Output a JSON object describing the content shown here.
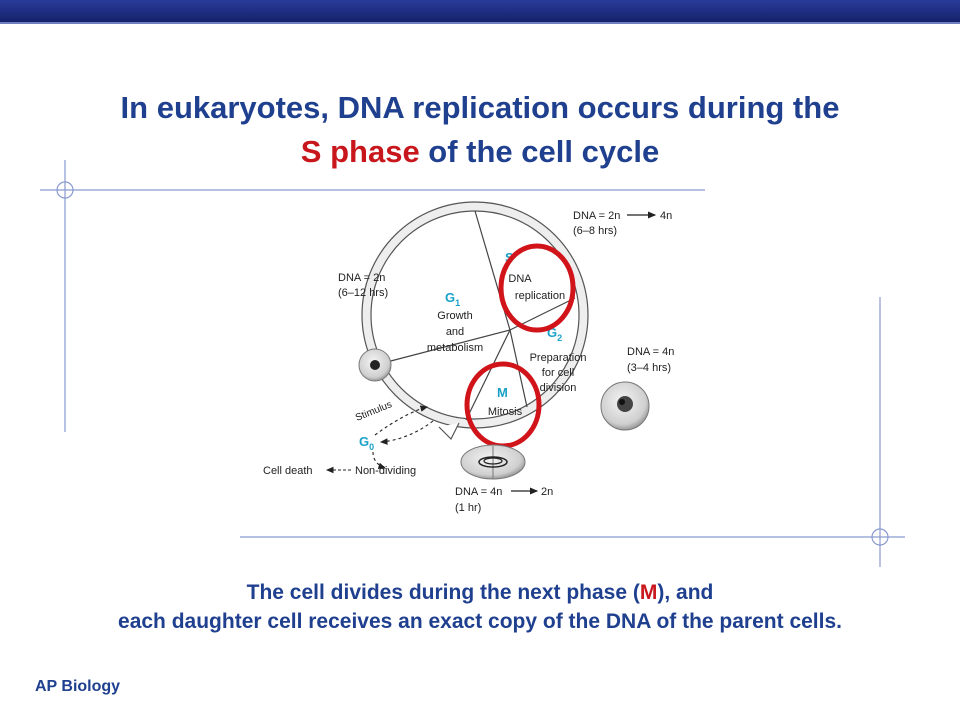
{
  "title": {
    "line1": "In eukaryotes, DNA replication occurs during the",
    "line2_highlight": "S phase",
    "line2_rest": " of the cell cycle"
  },
  "diagram": {
    "phases": {
      "s": {
        "label": "S",
        "desc1": "DNA",
        "desc2": "replication"
      },
      "g1": {
        "label": "G",
        "sub": "1",
        "desc1": "Growth",
        "desc2": "and",
        "desc3": "metabolism"
      },
      "g2": {
        "label": "G",
        "sub": "2",
        "desc1": "Preparation",
        "desc2": "for cell",
        "desc3": "division"
      },
      "m": {
        "label": "M",
        "desc1": "Mitosis"
      },
      "g0": {
        "label": "G",
        "sub": "0"
      }
    },
    "annotations": {
      "s_dna": "DNA = 2n",
      "s_dna_end": "4n",
      "s_time": "(6–8 hrs)",
      "g1_dna": "DNA = 2n",
      "g1_time": "(6–12 hrs)",
      "g2_dna": "DNA = 4n",
      "g2_time": "(3–4 hrs)",
      "m_dna": "DNA = 4n",
      "m_dna_end": "2n",
      "m_time": "(1 hr)",
      "stimulus": "Stimulus",
      "cell_death": "Cell death",
      "non_dividing": "Non-dividing"
    },
    "colors": {
      "phase_label": "#1aa1c8",
      "circle_highlight": "#d0141a"
    }
  },
  "caption": {
    "line1_pre": "The cell divides during the next phase (",
    "line1_highlight": "M",
    "line1_post": "), and",
    "line2": "each daughter cell  receives an exact copy of the DNA of the parent cells."
  },
  "footer": "AP Biology",
  "colors": {
    "title": "#1f3f8f",
    "highlight": "#c8171c",
    "bar": "#1f2f80"
  }
}
